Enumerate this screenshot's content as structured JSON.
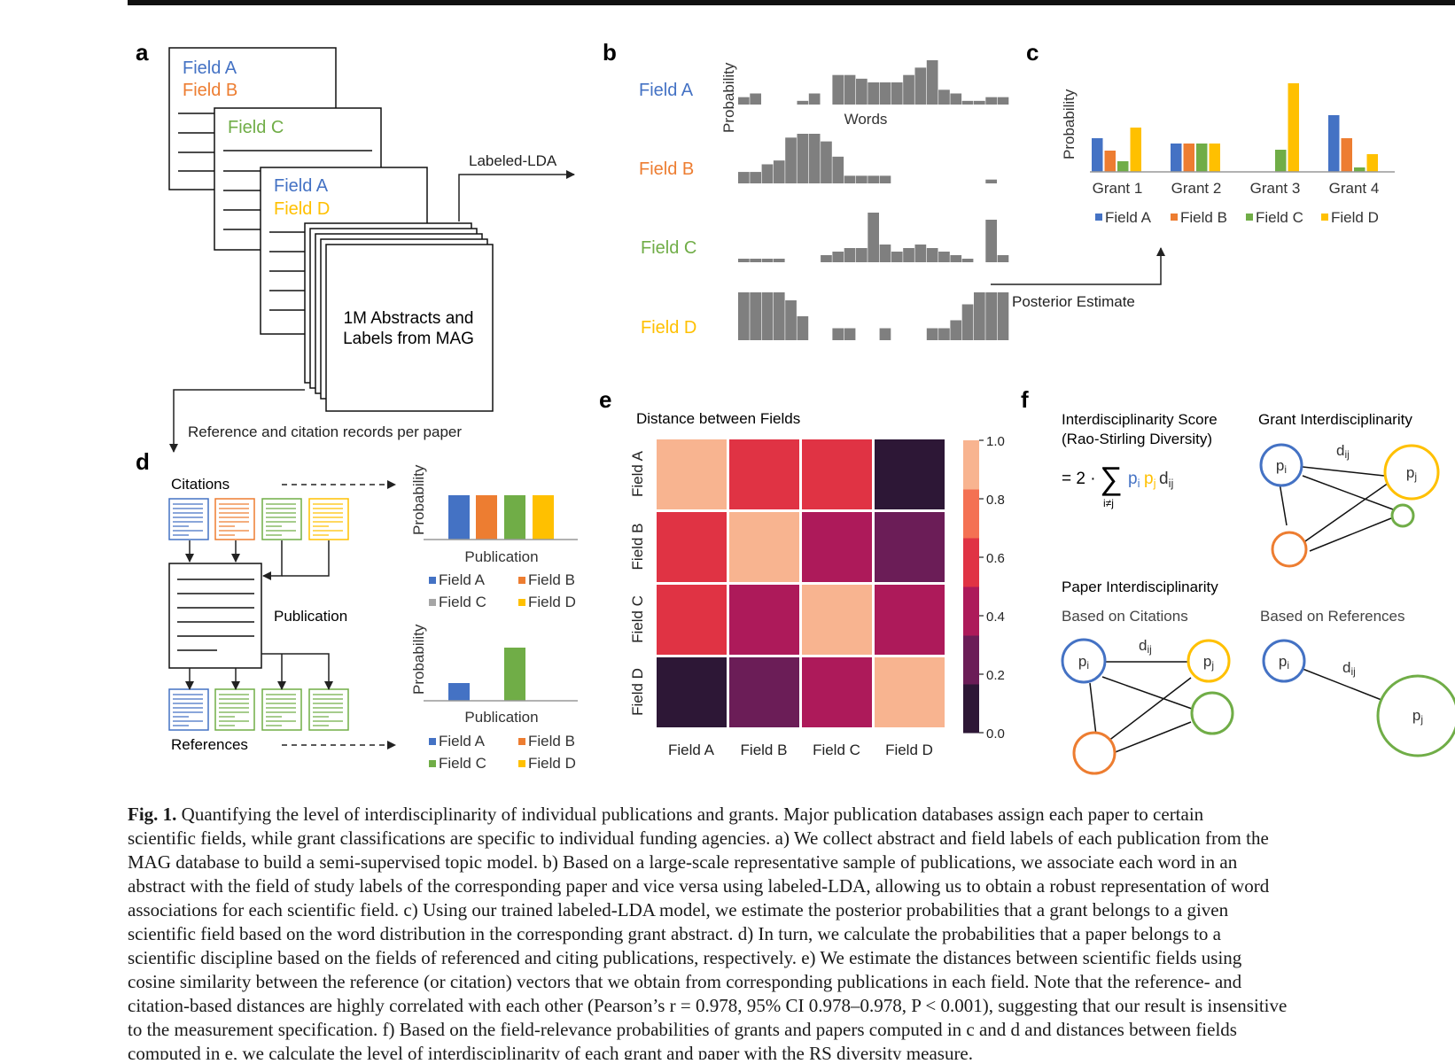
{
  "panel_labels": {
    "a": "a",
    "b": "b",
    "c": "c",
    "d": "d",
    "e": "e",
    "f": "f"
  },
  "colors": {
    "field_a": "#4472c4",
    "field_b": "#ed7d31",
    "field_c": "#70ad47",
    "field_d": "#ffc000",
    "gray": "#a5a5a5",
    "bar_gray": "#7f7f7f"
  },
  "panel_a": {
    "doc1_fields": [
      "Field A",
      "Field B"
    ],
    "doc2_fields": [
      "Field C"
    ],
    "doc3_fields": [
      "Field A",
      "Field D"
    ],
    "stack_label_line1": "1M Abstracts and",
    "stack_label_line2": "Labels from MAG",
    "arrow_right_label": "Labeled-LDA",
    "arrow_down_label": "Reference and citation records per paper"
  },
  "panel_b": {
    "ylabel": "Probability",
    "xlabel": "Words",
    "fields": [
      "Field A",
      "Field B",
      "Field C",
      "Field D"
    ],
    "chart_data": [
      {
        "type": "bar",
        "series": [
          {
            "name": "Field A",
            "values": [
              2,
              3,
              0,
              0,
              0,
              1,
              3,
              0,
              8,
              8,
              7,
              6,
              6,
              6,
              8,
              10,
              12,
              4,
              3,
              1,
              1,
              2,
              2
            ]
          }
        ]
      },
      {
        "type": "bar",
        "series": [
          {
            "name": "Field B",
            "values": [
              3,
              3,
              5,
              6,
              12,
              13,
              13,
              11,
              7,
              2,
              2,
              2,
              2,
              0,
              0,
              0,
              0,
              0,
              0,
              0,
              0,
              1,
              0
            ]
          }
        ]
      },
      {
        "type": "bar",
        "series": [
          {
            "name": "Field C",
            "values": [
              1,
              1,
              1,
              1,
              0,
              0,
              0,
              2,
              3,
              4,
              4,
              14,
              5,
              3,
              4,
              5,
              4,
              3,
              2,
              1,
              0,
              12,
              2
            ]
          }
        ]
      },
      {
        "type": "bar",
        "series": [
          {
            "name": "Field D",
            "values": [
              12,
              12,
              12,
              12,
              10,
              6,
              0,
              0,
              3,
              3,
              0,
              0,
              3,
              0,
              0,
              0,
              3,
              3,
              5,
              9,
              12,
              12,
              12
            ]
          }
        ]
      }
    ]
  },
  "panel_c": {
    "ylabel": "Probability",
    "arrow_label": "Posterior Estimate",
    "chart_data": {
      "type": "bar",
      "categories": [
        "Grant 1",
        "Grant 2",
        "Grant 3",
        "Grant 4"
      ],
      "series": [
        {
          "name": "Field A",
          "values": [
            0.38,
            0.32,
            0,
            0.64
          ]
        },
        {
          "name": "Field B",
          "values": [
            0.24,
            0.32,
            0,
            0.38
          ]
        },
        {
          "name": "Field C",
          "values": [
            0.12,
            0.32,
            0.25,
            0.05
          ]
        },
        {
          "name": "Field D",
          "values": [
            0.5,
            0.32,
            1.0,
            0.2
          ]
        }
      ]
    }
  },
  "panel_d": {
    "citations_label": "Citations",
    "publication_label": "Publication",
    "references_label": "References",
    "chart_top": {
      "type": "bar",
      "ylabel": "Probability",
      "xlabel": "Publication",
      "categories": [
        "Field A",
        "Field B",
        "Field C",
        "Field D"
      ],
      "values": [
        0.25,
        0.25,
        0.25,
        0.25
      ]
    },
    "chart_bottom": {
      "type": "bar",
      "ylabel": "Probability",
      "xlabel": "Publication",
      "categories": [
        "Field A",
        "Field C"
      ],
      "values": [
        0.25,
        0.75
      ]
    },
    "legend_top": [
      "Field A",
      "Field B",
      "Field C",
      "Field D"
    ],
    "legend_bottom": [
      "Field A",
      "Field B",
      "Field C",
      "Field D"
    ]
  },
  "panel_e": {
    "title": "Distance between Fields",
    "chart_data": {
      "type": "heatmap",
      "rows": [
        "Field A",
        "Field B",
        "Field C",
        "Field D"
      ],
      "cols": [
        "Field A",
        "Field B",
        "Field C",
        "Field D"
      ],
      "values": [
        [
          0.9,
          0.58,
          0.58,
          0.08
        ],
        [
          0.58,
          0.9,
          0.42,
          0.25
        ],
        [
          0.58,
          0.42,
          0.9,
          0.42
        ],
        [
          0.08,
          0.25,
          0.42,
          0.9
        ]
      ],
      "colorbar_ticks": [
        "0.0",
        "0.2",
        "0.4",
        "0.6",
        "0.8",
        "1.0"
      ],
      "colorbar_colors": [
        "#2d1736",
        "#6b1d57",
        "#ad1a5a",
        "#e03344",
        "#f47153",
        "#f8b490"
      ]
    }
  },
  "panel_f": {
    "score_title_line1": "Interdisciplinarity Score",
    "score_title_line2": "(Rao-Stirling Diversity)",
    "grant_title": "Grant Interdisciplinarity",
    "paper_title": "Paper Interdisciplinarity",
    "based_citations": "Based on Citations",
    "based_references": "Based on References",
    "formula_prefix": "= 2 ·",
    "sum_sub": "i≠j",
    "pi": "p",
    "sub_i": "i",
    "sub_j": "j",
    "d": "d",
    "sub_ij": "ij"
  },
  "caption": {
    "label": "Fig. 1.",
    "lines": [
      " Quantifying the level of interdisciplinarity of individual publications and grants. Major publication databases assign each paper to certain",
      "scientific fields, while grant classifications are specific to individual funding agencies. a) We collect abstract and field labels of each publication from the",
      "MAG database to build a semi-supervised topic model. b) Based on a large-scale representative sample of publications, we associate each word in an",
      "abstract with the field of study labels of the corresponding paper and vice versa using labeled-LDA, allowing us to obtain a robust representation of word",
      "associations for each scientific field. c) Using our trained labeled-LDA model, we estimate the posterior probabilities that a grant belongs to a given",
      "scientific field based on the word distribution in the corresponding grant abstract. d) In turn, we calculate the probabilities that a paper belongs to a",
      "scientific discipline based on the fields of referenced and citing publications, respectively. e) We estimate the distances between scientific fields using",
      "cosine similarity between the reference (or citation) vectors that we obtain from corresponding publications in each field. Note that the reference- and",
      "citation-based distances are highly correlated with each other (Pearson’s r = 0.978, 95% CI 0.978–0.978, P < 0.001), suggesting that our result is insensitive",
      "to the measurement specification. f) Based on the field-relevance probabilities of grants and papers computed in c and d and distances between fields",
      "computed in e, we calculate the level of interdisciplinarity of each grant and paper with the RS diversity measure."
    ]
  }
}
